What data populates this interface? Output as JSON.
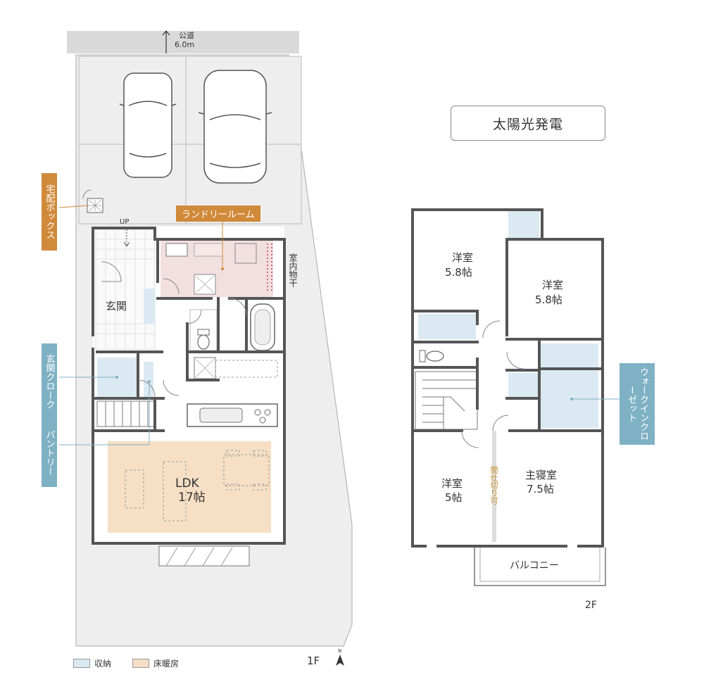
{
  "road": {
    "label": "公道",
    "width": "6.0m"
  },
  "solar_badge": "太陽光発電",
  "callouts": {
    "delivery_box": "宅配ボックス",
    "laundry_room": "ランドリールーム",
    "entrance_cloak": "玄関クローク",
    "pantry": "パントリー",
    "walk_in_closet": "ウォークインクローゼット"
  },
  "floor1": {
    "up_label": "UP",
    "entrance": "玄関",
    "indoor_drying": "室内物干",
    "ldk_name": "LDK",
    "ldk_size": "17帖",
    "floor_label": "1F"
  },
  "floor2": {
    "room_nw_name": "洋室",
    "room_nw_size": "5.8帖",
    "room_ne_name": "洋室",
    "room_ne_size": "5.8帖",
    "room_sw_name": "洋室",
    "room_sw_size": "5帖",
    "master_name": "主寝室",
    "master_size": "7.5帖",
    "partition_note": "間仕切り可",
    "balcony": "バルコニー",
    "floor_label": "2F"
  },
  "legend": [
    {
      "label": "収納",
      "color": "#dbe9f2"
    },
    {
      "label": "床暖房",
      "color": "#f6dfc4"
    }
  ],
  "colors": {
    "orange_callout": "#d08a3a",
    "blue_callout": "#7fb1c4",
    "laundry_fill": "#f2dfe0",
    "storage_fill": "#dbe9f2",
    "floor_heating_fill": "#f6dfc4",
    "site_fill": "#eeeeee",
    "wall": "#555555"
  }
}
